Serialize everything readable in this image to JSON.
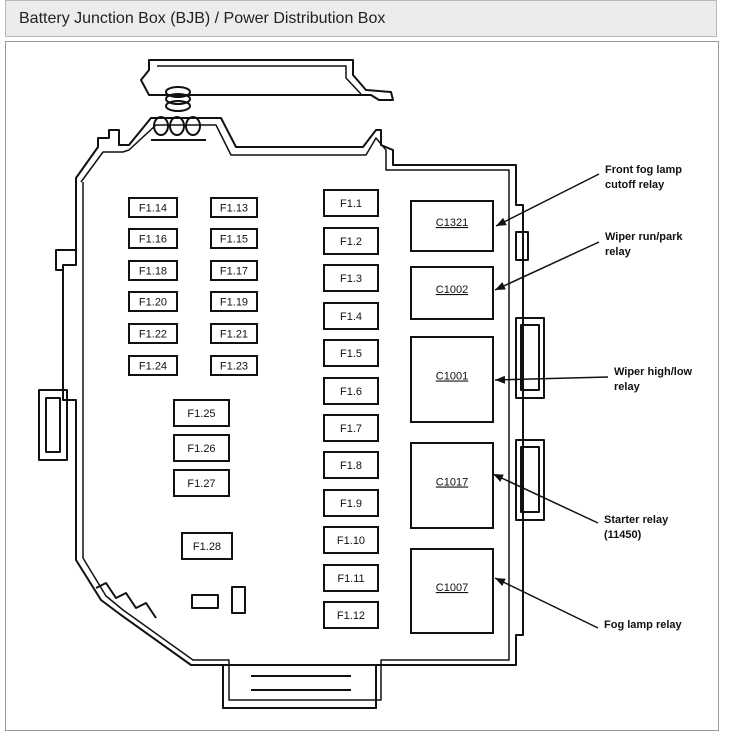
{
  "page": {
    "title": "Battery Junction Box (BJB) / Power Distribution Box"
  },
  "fuses": [
    "F1.1",
    "F1.2",
    "F1.3",
    "F1.4",
    "F1.5",
    "F1.6",
    "F1.7",
    "F1.8",
    "F1.9",
    "F1.10",
    "F1.11",
    "F1.12",
    "F1.13",
    "F1.14",
    "F1.15",
    "F1.16",
    "F1.17",
    "F1.18",
    "F1.19",
    "F1.20",
    "F1.21",
    "F1.22",
    "F1.23",
    "F1.24",
    "F1.25",
    "F1.26",
    "F1.27",
    "F1.28"
  ],
  "relays": [
    {
      "id": "C1321",
      "callout_line1": "Front fog lamp",
      "callout_line2": "cutoff relay"
    },
    {
      "id": "C1002",
      "callout_line1": "Wiper run/park",
      "callout_line2": "relay"
    },
    {
      "id": "C1001",
      "callout_line1": "Wiper high/low",
      "callout_line2": "relay"
    },
    {
      "id": "C1017",
      "callout_line1": "Starter relay",
      "callout_line2": "(11450)"
    },
    {
      "id": "C1007",
      "callout_line1": "Fog lamp relay",
      "callout_line2": ""
    }
  ]
}
